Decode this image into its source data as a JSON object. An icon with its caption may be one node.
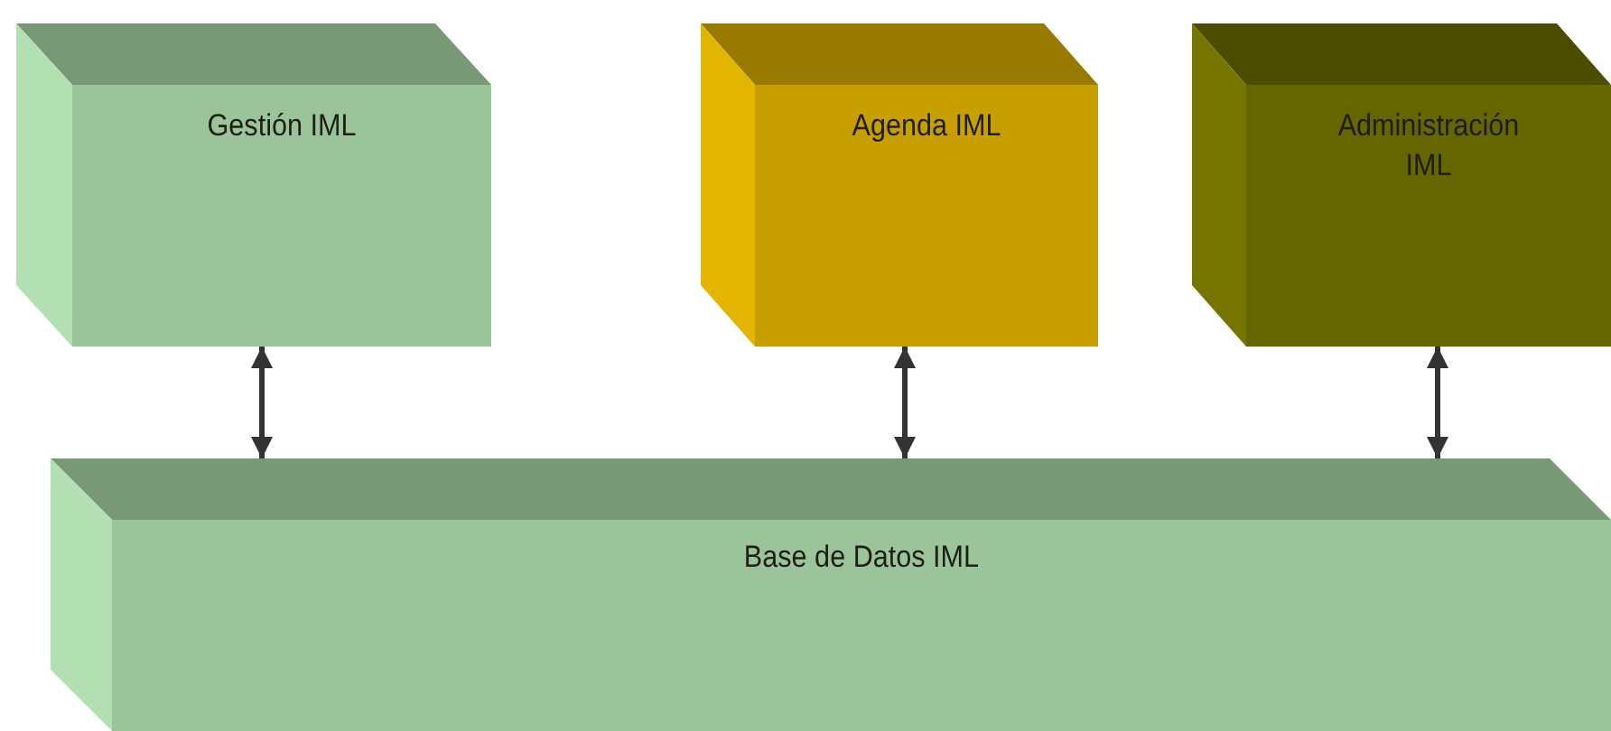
{
  "diagram": {
    "nodes": [
      {
        "text": [
          "Gestión IML"
        ]
      },
      {
        "text": [
          "Agenda IML"
        ]
      },
      {
        "text": [
          "Administración IML"
        ]
      },
      {
        "text": [
          "Base de Datos IML"
        ]
      }
    ],
    "edges": [
      {
        "from": 0,
        "to": 3,
        "arrow": "both"
      },
      {
        "from": 1,
        "to": 3,
        "arrow": "both"
      },
      {
        "from": 2,
        "to": 3,
        "arrow": "both"
      }
    ]
  }
}
